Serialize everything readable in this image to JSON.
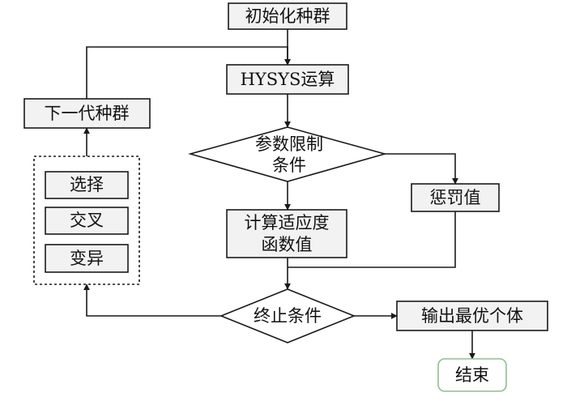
{
  "nodes": {
    "init_population": "初始化种群",
    "hysys_calc": "HYSYS运算",
    "param_limit_line1": "参数限制",
    "param_limit_line2": "条件",
    "penalty_value": "惩罚值",
    "fitness_line1": "计算适应度",
    "fitness_line2": "函数值",
    "termination_condition": "终止条件",
    "output_best": "输出最优个体",
    "end": "结束",
    "next_generation": "下一代种群",
    "selection": "选择",
    "crossover": "交叉",
    "mutation": "变异"
  },
  "colors": {
    "line": "#1a1a1a",
    "box_fill": "#f2f2f2",
    "end_border": "#8dbf8a"
  }
}
